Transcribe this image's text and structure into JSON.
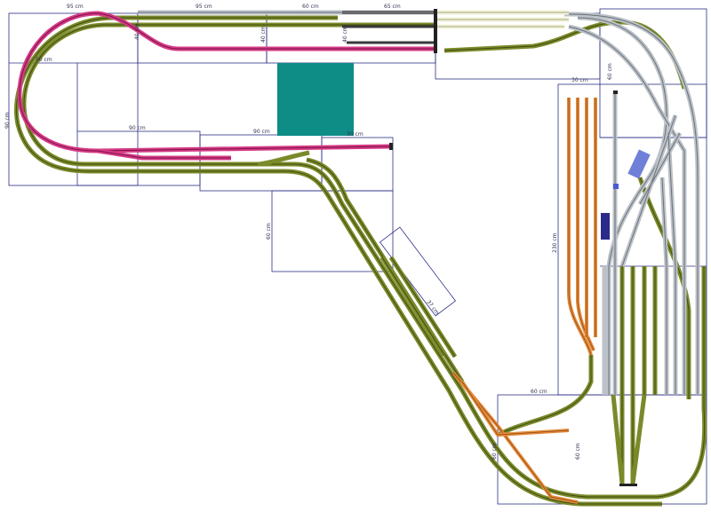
{
  "layout": {
    "dimension_labels": {
      "top_95a": "95 cm",
      "top_95b": "95 cm",
      "top_60": "60 cm",
      "top_65": "65 cm",
      "left_90": "90 cm",
      "left_50": "50 cm",
      "mid_90a": "90 cm",
      "mid_90b": "90 cm",
      "mid_40": "40 cm",
      "mid_40b": "40 cm",
      "mid_40c": "40 cm",
      "mid_60v": "60 cm",
      "mid_30": "30 cm",
      "right_30": "30 cm",
      "right_60": "60 cm",
      "right_230": "230 cm",
      "bottom_60": "60 cm",
      "bottom_60v": "60 cm",
      "bottom_60v2": "60 cm",
      "diag_37": "37 cm"
    },
    "colors": {
      "board_outline": "#2b2f86",
      "track_olive": "#7a8a2a",
      "track_gray": "#bcc2c8",
      "track_pink": "#d63a86",
      "track_orange": "#e58a3a",
      "track_cream": "#f2f2d8",
      "teal_block": "#0e8c86",
      "station_blue": "#4a5ad0"
    }
  }
}
